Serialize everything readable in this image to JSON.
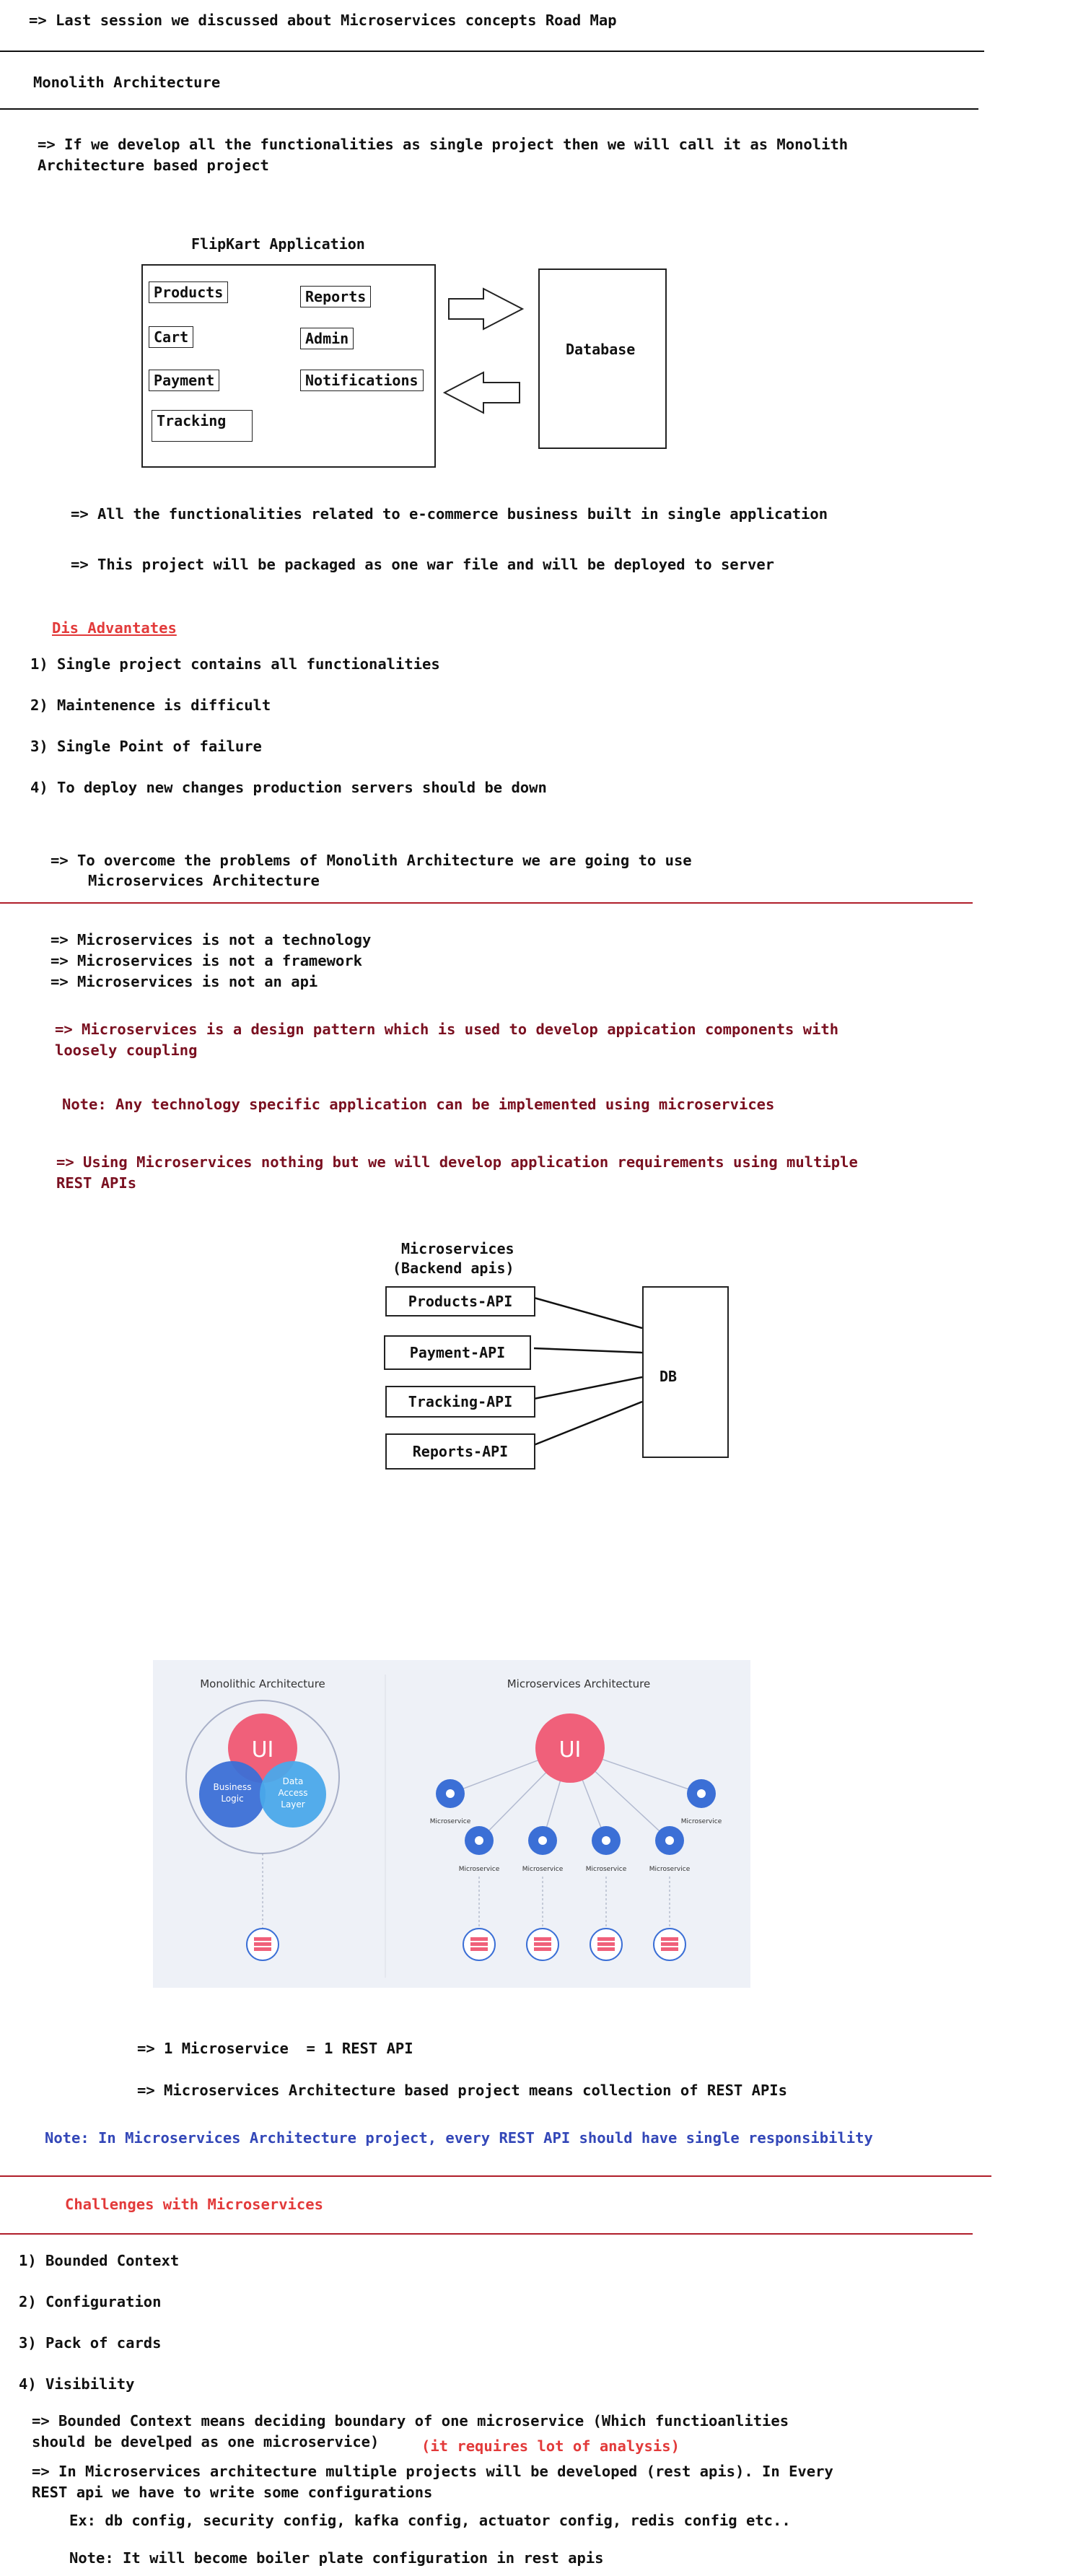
{
  "header": {
    "intro": "=> Last session we discussed about Microservices concepts Road Map",
    "title": "Monolith Architecture"
  },
  "monolith": {
    "definition_line1": "=> If we develop all the functionalities as single project then we will call it as Monolith",
    "definition_line2": "Architecture based project",
    "diagram": {
      "app_title": "FlipKart Application",
      "modules": [
        "Products",
        "Reports",
        "Cart",
        "Admin",
        "Payment",
        "Notifications",
        "Tracking"
      ],
      "database": "Database"
    },
    "point1": "=> All the functionalities related to e-commerce business built in single application",
    "point2": "=> This project will be packaged as one war file and will be deployed to server"
  },
  "disadvantages": {
    "heading": "Dis Advantates",
    "items": [
      "1) Single project contains all functionalities",
      "2) Maintenence is difficult",
      "3) Single Point of failure",
      "4) To deploy new changes production servers should be down"
    ],
    "overcome_line1": "=> To overcome the problems of Monolith Architecture we are going to use",
    "overcome_line2": "Microservices Architecture"
  },
  "microservices": {
    "not_items": [
      "=> Microservices is not a technology",
      "=> Microservices is not a framework",
      "=> Microservices is not an api"
    ],
    "pattern_line1": "=> Microservices is a design pattern which is used to develop appication components with",
    "pattern_line2": "loosely coupling",
    "note": "Note: Any technology specific application can be implemented using microservices",
    "using_line1": "=> Using Microservices nothing but we will develop application requirements using multiple",
    "using_line2": "REST APIs",
    "diagram": {
      "title_line1": "Microservices",
      "title_line2": "(Backend apis)",
      "apis": [
        "Products-API",
        "Payment-API",
        "Tracking-API",
        "Reports-API"
      ],
      "db": "DB"
    }
  },
  "comparison_image": {
    "left_title": "Monolithic Architecture",
    "right_title": "Microservices Architecture",
    "ui": "UI",
    "business_logic_line1": "Business",
    "business_logic_line2": "Logic",
    "data_access_line1": "Data",
    "data_access_line2": "Access",
    "data_access_line3": "Layer",
    "service_label": "Microservice"
  },
  "summary": {
    "eq": "=> 1 Microservice  = 1 REST API",
    "collection": "=> Microservices Architecture based project means collection of REST APIs",
    "note": "Note: In Microservices Architecture project, every REST API should have single responsibility"
  },
  "challenges": {
    "heading": "Challenges with Microservices",
    "items": [
      "1) Bounded Context",
      "2) Configuration",
      "3) Pack of cards",
      "4) Visibility"
    ],
    "bounded_line1": "=> Bounded Context means deciding boundary of one microservice (Which functioanlities",
    "bounded_line2": "should be develped as one microservice)",
    "bounded_note": "(it requires lot of analysis)",
    "config_line1": "=> In Microservices architecture multiple projects will be developed (rest apis). In Every",
    "config_line2": "REST api we have to write some configurations",
    "example": "Ex: db config, security config, kafka config, actuator config, redis config etc..",
    "boiler_note": "Note: It will become boiler plate configuration in rest apis"
  },
  "colors": {
    "heading_red": "#e23a3a",
    "maroon": "#7a1020",
    "note_blue": "#3347b8",
    "ui_pink": "#f0607a",
    "service_blue": "#3b6fd6"
  }
}
